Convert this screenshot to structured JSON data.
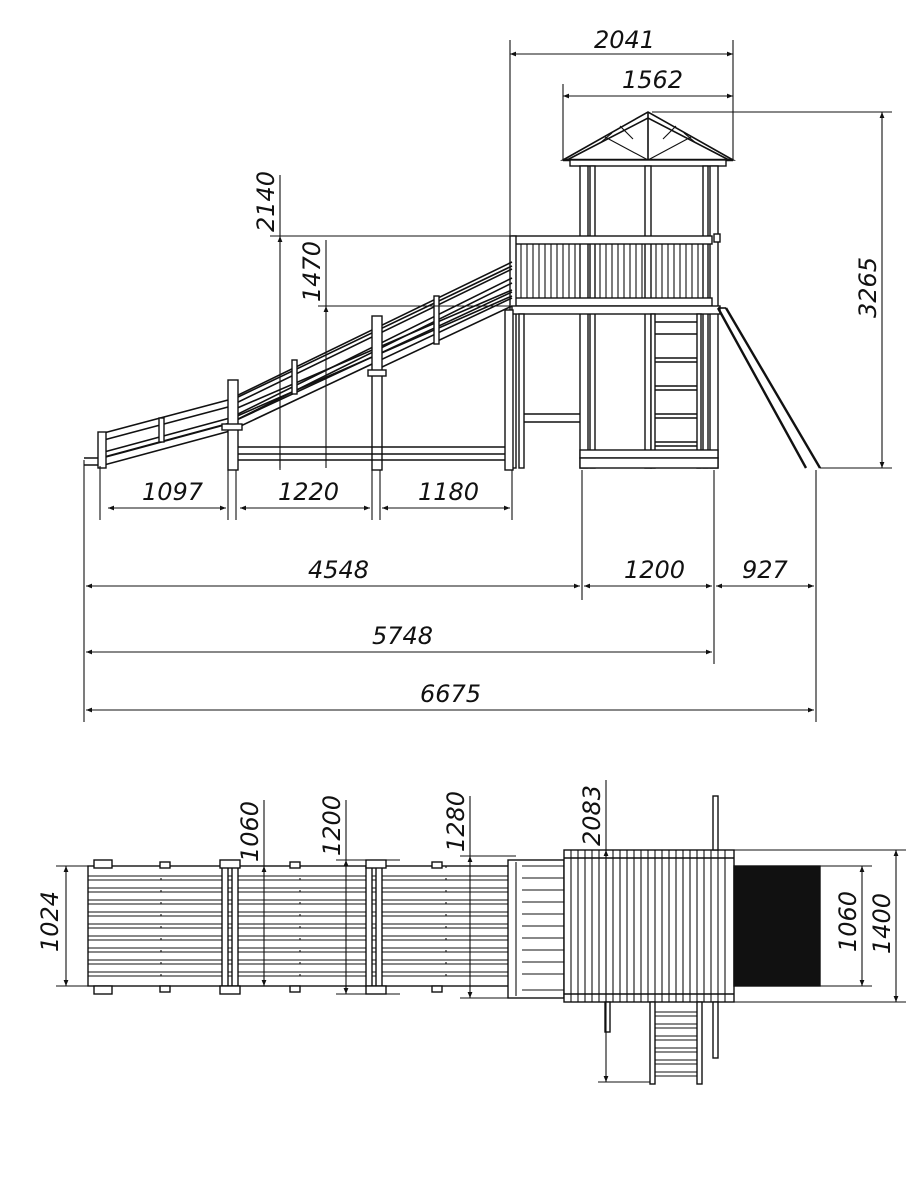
{
  "side_view": {
    "dim_2041": "2041",
    "dim_1562": "1562",
    "dim_3265": "3265",
    "dim_2140": "2140",
    "dim_1470": "1470",
    "dim_1097": "1097",
    "dim_1220": "1220",
    "dim_1180": "1180",
    "dim_4548": "4548",
    "dim_1200": "1200",
    "dim_927": "927",
    "dim_5748": "5748",
    "dim_6675": "6675"
  },
  "top_view": {
    "dim_1024": "1024",
    "dim_1060_left": "1060",
    "dim_1200": "1200",
    "dim_1280": "1280",
    "dim_2083": "2083",
    "dim_1060_right": "1060",
    "dim_1400": "1400"
  }
}
